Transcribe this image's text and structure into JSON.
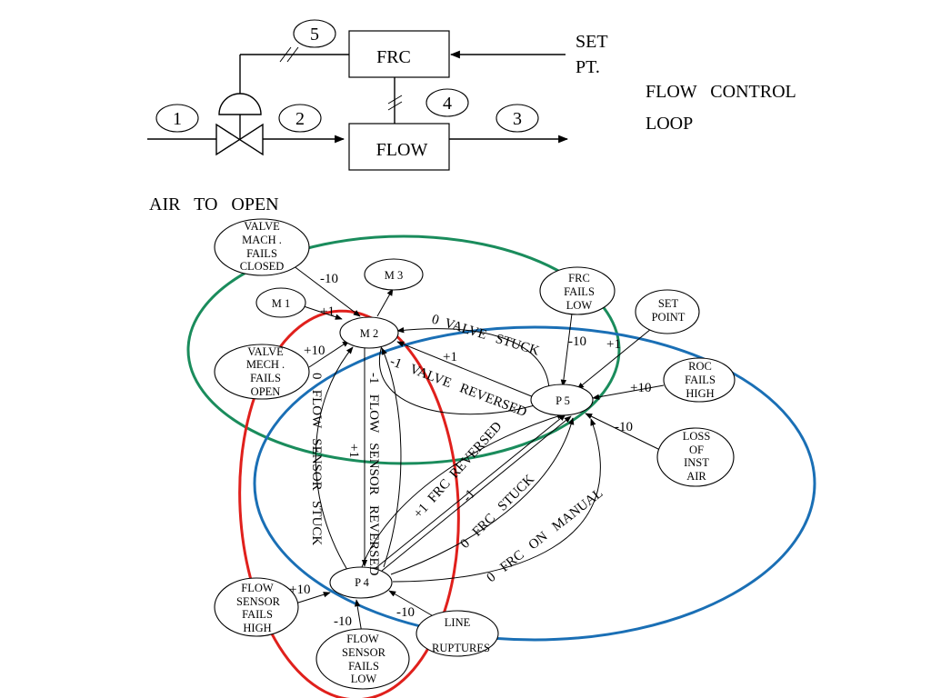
{
  "loop": {
    "title_line1": "FLOW   CONTROL",
    "title_line2": "LOOP",
    "set_pt_line1": "SET",
    "set_pt_line2": "PT.",
    "frc_label": "FRC",
    "flow_label": "FLOW",
    "stream_tags": [
      "1",
      "2",
      "3",
      "4",
      "5"
    ],
    "air_to_open": "AIR   TO   OPEN"
  },
  "digraph": {
    "nodes": {
      "valve_fails_closed": [
        "VALVE",
        "MACH .",
        "FAILS",
        "CLOSED"
      ],
      "m1": [
        "M 1"
      ],
      "m2": [
        "M 2"
      ],
      "m3": [
        "M 3"
      ],
      "valve_fails_open": [
        "VALVE",
        "MECH .",
        "FAILS",
        "OPEN"
      ],
      "frc_fails_low": [
        "FRC",
        "FAILS",
        "LOW"
      ],
      "set_point": [
        "SET",
        "POINT"
      ],
      "p5": [
        "P 5"
      ],
      "roc_fails_high": [
        "ROC",
        "FAILS",
        "HIGH"
      ],
      "loss_of_inst_air": [
        "LOSS",
        "OF",
        "INST",
        "AIR"
      ],
      "p4": [
        "P 4"
      ],
      "flow_sensor_fails_high": [
        "FLOW",
        "SENSOR",
        "FAILS",
        "HIGH"
      ],
      "flow_sensor_fails_low": [
        "FLOW",
        "SENSOR",
        "FAILS",
        "LOW"
      ],
      "line_ruptures": [
        "LINE",
        "RUPTURES"
      ]
    },
    "edge_labels": {
      "vfc_to_m2": "-10",
      "m1_to_m2": "+1",
      "vfo_to_m2": "+10",
      "valve_stuck": "0  VALVE   STUCK",
      "p5_to_m2": "+1",
      "valve_reversed": "-1   VALVE   REVERSED",
      "frc_low_to_p5": "-10",
      "setpoint_to_p5": "+1",
      "roc_to_p5": "+10",
      "air_to_p5": "-10",
      "flow_sensor_stuck": "0   FLOW   SENSOR   STUCK",
      "flow_sensor_reversed": "-1   FLOW   SENSOR   REVERSED",
      "m2_to_p4": "+1",
      "frc_reversed": "+1  FRC  REVERSED",
      "p4_to_p5": "-1",
      "frc_stuck": "0   FRC   STUCK",
      "frc_on_manual": "0   FRC   ON   MANUAL",
      "fsfh_to_p4": "+10",
      "fsfl_to_p4": "-10",
      "line_to_p4": "-10"
    },
    "loops": {
      "green": "#1a8c5c",
      "red": "#e0201c",
      "blue": "#1a6fb5"
    }
  }
}
